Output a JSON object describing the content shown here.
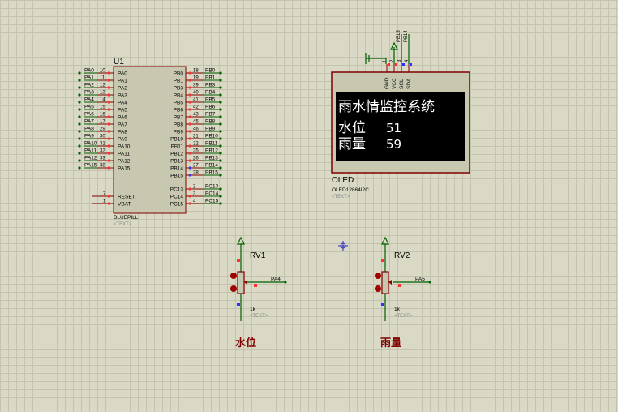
{
  "mcu": {
    "ref": "U1",
    "part": "BLUEPILL",
    "text_placeholder": "<TEXT>",
    "left_pins": [
      {
        "net": "PA0",
        "num": "10",
        "name": "PA0"
      },
      {
        "net": "PA1",
        "num": "11",
        "name": "PA1"
      },
      {
        "net": "PA2",
        "num": "12",
        "name": "PA2"
      },
      {
        "net": "PA3",
        "num": "13",
        "name": "PA3"
      },
      {
        "net": "PA4",
        "num": "14",
        "name": "PA4"
      },
      {
        "net": "PA5",
        "num": "15",
        "name": "PA5"
      },
      {
        "net": "PA6",
        "num": "16",
        "name": "PA6"
      },
      {
        "net": "PA7",
        "num": "17",
        "name": "PA7"
      },
      {
        "net": "PA8",
        "num": "29",
        "name": "PA8"
      },
      {
        "net": "PA9",
        "num": "30",
        "name": "PA9"
      },
      {
        "net": "PA10",
        "num": "31",
        "name": "PA10"
      },
      {
        "net": "PA11",
        "num": "32",
        "name": "PA11"
      },
      {
        "net": "PA12",
        "num": "33",
        "name": "PA12"
      },
      {
        "net": "PA15",
        "num": "38",
        "name": "PA15"
      }
    ],
    "right_pins": [
      {
        "num": "18",
        "name": "PB0",
        "net": "PB0"
      },
      {
        "num": "19",
        "name": "PB1",
        "net": "PB1"
      },
      {
        "num": "39",
        "name": "PB3",
        "net": "PB3"
      },
      {
        "num": "40",
        "name": "PB4",
        "net": "PB4"
      },
      {
        "num": "41",
        "name": "PB5",
        "net": "PB5"
      },
      {
        "num": "42",
        "name": "PB6",
        "net": "PB6"
      },
      {
        "num": "43",
        "name": "PB7",
        "net": "PB7"
      },
      {
        "num": "45",
        "name": "PB8",
        "net": "PB8"
      },
      {
        "num": "46",
        "name": "PB9",
        "net": "PB9"
      },
      {
        "num": "21",
        "name": "PB10",
        "net": "PB10"
      },
      {
        "num": "22",
        "name": "PB11",
        "net": "PB11"
      },
      {
        "num": "25",
        "name": "PB12",
        "net": "PB12"
      },
      {
        "num": "26",
        "name": "PB13",
        "net": "PB13"
      },
      {
        "num": "27",
        "name": "PB14",
        "net": "PB14"
      },
      {
        "num": "28",
        "name": "PB15",
        "net": "PB15"
      }
    ],
    "pc_pins": [
      {
        "num": "2",
        "name": "PC13",
        "net": "PC13"
      },
      {
        "num": "3",
        "name": "PC14",
        "net": "PC14"
      },
      {
        "num": "4",
        "name": "PC15",
        "net": "PC15"
      }
    ],
    "ctrl_pins": [
      {
        "num": "7",
        "name": "RESET"
      },
      {
        "num": "1",
        "name": "VBAT"
      }
    ]
  },
  "oled": {
    "ref": "OLED",
    "part": "OLED12864I2C",
    "text_placeholder": "<TEXT>",
    "pins": [
      {
        "num": "1",
        "name": "GND"
      },
      {
        "num": "2",
        "name": "VCC"
      },
      {
        "num": "3",
        "name": "SCL"
      },
      {
        "num": "4",
        "name": "SDA"
      }
    ],
    "nets": [
      "PB15",
      "PB14"
    ],
    "screen": {
      "title": "雨水情监控系统",
      "line1_label": "水位",
      "line1_value": "51",
      "line2_label": "雨量",
      "line2_value": "59"
    }
  },
  "rv1": {
    "ref": "RV1",
    "value": "1k",
    "text_placeholder": "<TEXT>",
    "net": "PA4",
    "caption": "水位"
  },
  "rv2": {
    "ref": "RV2",
    "value": "1k",
    "text_placeholder": "<TEXT>",
    "net": "PA5",
    "caption": "雨量"
  },
  "colors": {
    "wire": "#006000",
    "body": "#c8c8b0",
    "outline": "#800000",
    "pin": "#800000",
    "red_dot": "#ff3030",
    "blue_dot": "#3030ff",
    "caption": "#800000"
  }
}
